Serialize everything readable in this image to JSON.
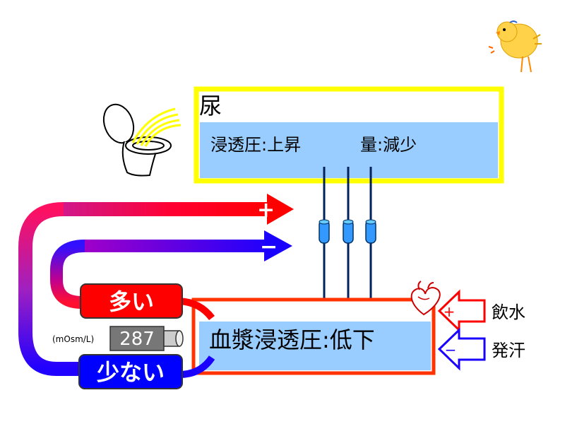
{
  "urine_box": {
    "title": "尿",
    "osmolality_label": "浸透圧:上昇",
    "volume_label": "量:減少",
    "border_color": "#ffff00",
    "fill_color": "#99ccff"
  },
  "plasma_box": {
    "label": "血漿浸透圧:低下",
    "border_color": "#ff3300",
    "fill_color": "#99ccff"
  },
  "feedback": {
    "plus_symbol": "+",
    "minus_symbol": "−",
    "many_label": "多い",
    "few_label": "少ない"
  },
  "gauge": {
    "unit": "(mOsm/L)",
    "value": "287"
  },
  "inputs": {
    "plus_symbol": "+",
    "minus_symbol": "−",
    "drinking": "飲水",
    "sweating": "発汗"
  },
  "icons": [
    "toilet-icon",
    "heart-icon",
    "chick-icon",
    "tube-icon"
  ],
  "colors": {
    "red": "#ff0000",
    "blue": "#0000ff",
    "navy": "#002060"
  }
}
